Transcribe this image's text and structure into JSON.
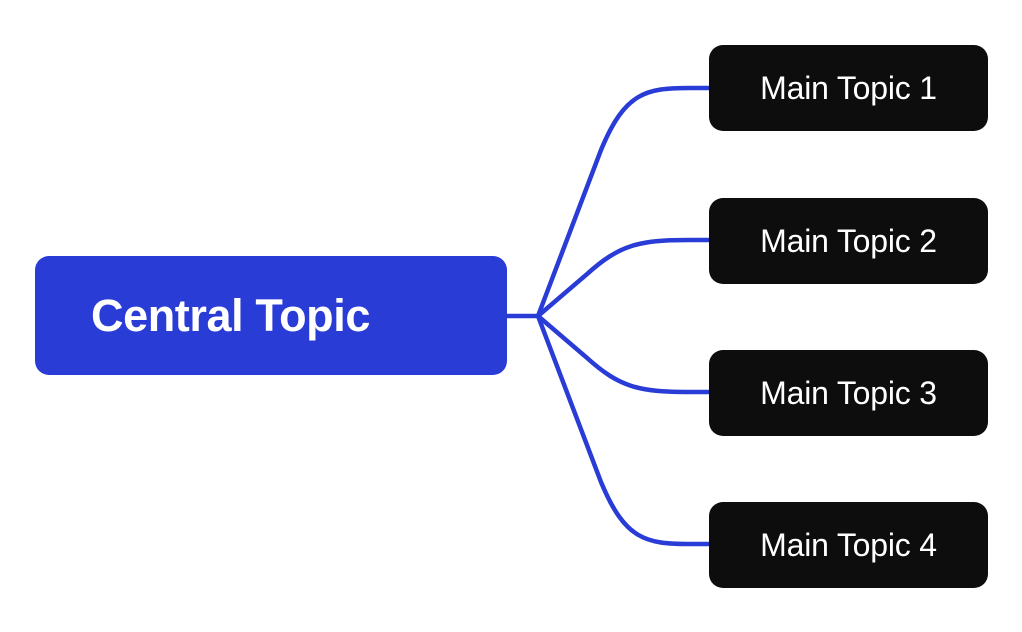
{
  "diagram": {
    "type": "mind-map",
    "background_color": "#ffffff",
    "accent_color": "#2a3cd6",
    "node_color": "#0d0d0d",
    "text_color": "#ffffff",
    "central": {
      "label": "Central Topic",
      "shape": "rounded-rectangle",
      "fill": "#2a3cd6",
      "text_color": "#ffffff"
    },
    "branches": [
      {
        "label": "Main Topic 1",
        "shape": "rounded-rectangle",
        "fill": "#0d0d0d",
        "text_color": "#ffffff"
      },
      {
        "label": "Main Topic 2",
        "shape": "rounded-rectangle",
        "fill": "#0d0d0d",
        "text_color": "#ffffff"
      },
      {
        "label": "Main Topic 3",
        "shape": "rounded-rectangle",
        "fill": "#0d0d0d",
        "text_color": "#ffffff"
      },
      {
        "label": "Main Topic 4",
        "shape": "rounded-rectangle",
        "fill": "#0d0d0d",
        "text_color": "#ffffff"
      }
    ],
    "connectors": {
      "style": "curved",
      "color": "#2a3cd6",
      "width": 4.5,
      "count": 4
    }
  }
}
